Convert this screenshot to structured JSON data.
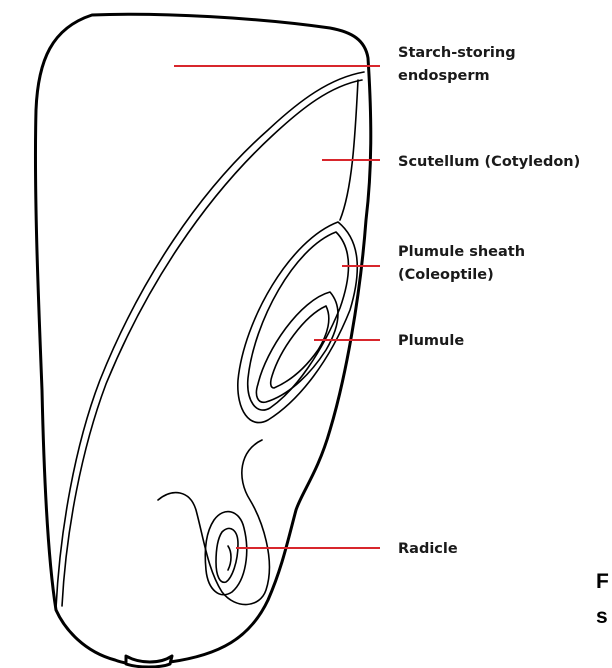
{
  "labels": {
    "endosperm_line1": "Starch-storing",
    "endosperm_line2": "endosperm",
    "scutellum": "Scutellum (Cotyledon)",
    "plumule_sheath_line1": "Plumule sheath",
    "plumule_sheath_line2": "(Coleoptile)",
    "plumule": "Plumule",
    "radicle": "Radicle"
  },
  "caption_fragment": {
    "line1": "F",
    "line2": "s"
  },
  "colors": {
    "leader_lines": "#d8262c",
    "outline": "#000000",
    "text": "#1a1a1a"
  }
}
